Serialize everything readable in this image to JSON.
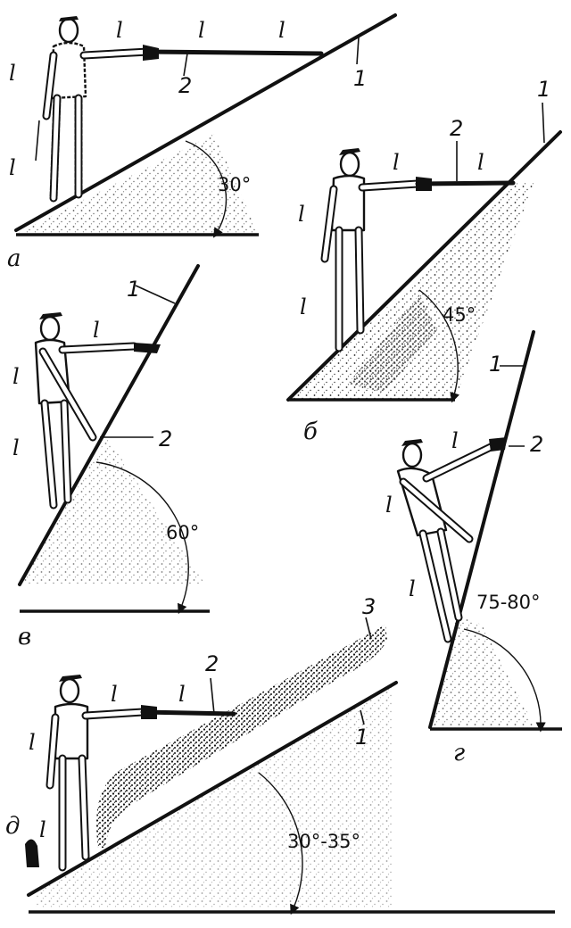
{
  "figure": {
    "panels": [
      {
        "id": "a",
        "letter": "а",
        "angle": "30°",
        "callouts": [
          "1",
          "2"
        ],
        "lengths": [
          "l",
          "l",
          "l",
          "l",
          "l"
        ]
      },
      {
        "id": "b",
        "letter": "б",
        "angle": "45°",
        "callouts": [
          "1",
          "2"
        ],
        "lengths": [
          "l",
          "l",
          "l",
          "l"
        ]
      },
      {
        "id": "v",
        "letter": "в",
        "angle": "60°",
        "callouts": [
          "1",
          "2"
        ],
        "lengths": [
          "l",
          "l",
          "l"
        ]
      },
      {
        "id": "g",
        "letter": "г",
        "angle": "75-80°",
        "callouts": [
          "1",
          "2"
        ],
        "lengths": [
          "l",
          "l",
          "l"
        ]
      },
      {
        "id": "d",
        "letter": "д",
        "angle": "30°-35°",
        "callouts": [
          "1",
          "2",
          "3"
        ],
        "lengths": [
          "l",
          "l",
          "l",
          "l"
        ]
      }
    ]
  }
}
